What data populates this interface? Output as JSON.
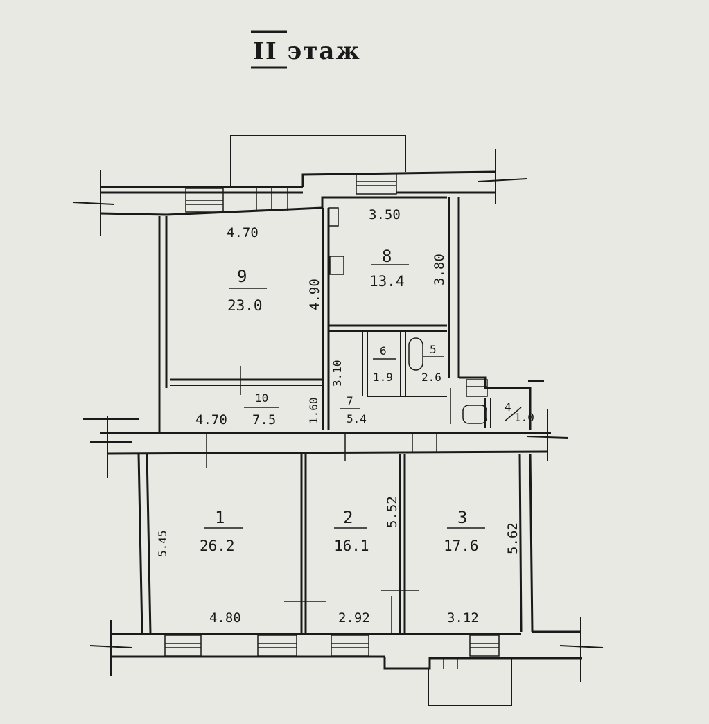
{
  "title": "II этаж",
  "rooms": [
    {
      "id": "1",
      "area": "26.2",
      "width": "4.80",
      "depth": "5.45"
    },
    {
      "id": "2",
      "area": "16.1",
      "width": "2.92",
      "depth": "5.52"
    },
    {
      "id": "3",
      "area": "17.6",
      "width": "3.12",
      "depth": "5.62"
    },
    {
      "id": "6",
      "area": "1.9"
    },
    {
      "id": "5",
      "area": "2.6"
    },
    {
      "id": "7",
      "area": "5.4",
      "depth": "3.10"
    },
    {
      "id": "8",
      "area": "13.4",
      "width": "3.50",
      "depth": "3.80"
    },
    {
      "id": "9",
      "area": "23.0",
      "width": "4.70",
      "depth": "4.90"
    },
    {
      "id": "10",
      "area": "7.5",
      "width": "4.70",
      "depth": "1.60"
    },
    {
      "id": "4",
      "area": "1.0"
    }
  ]
}
